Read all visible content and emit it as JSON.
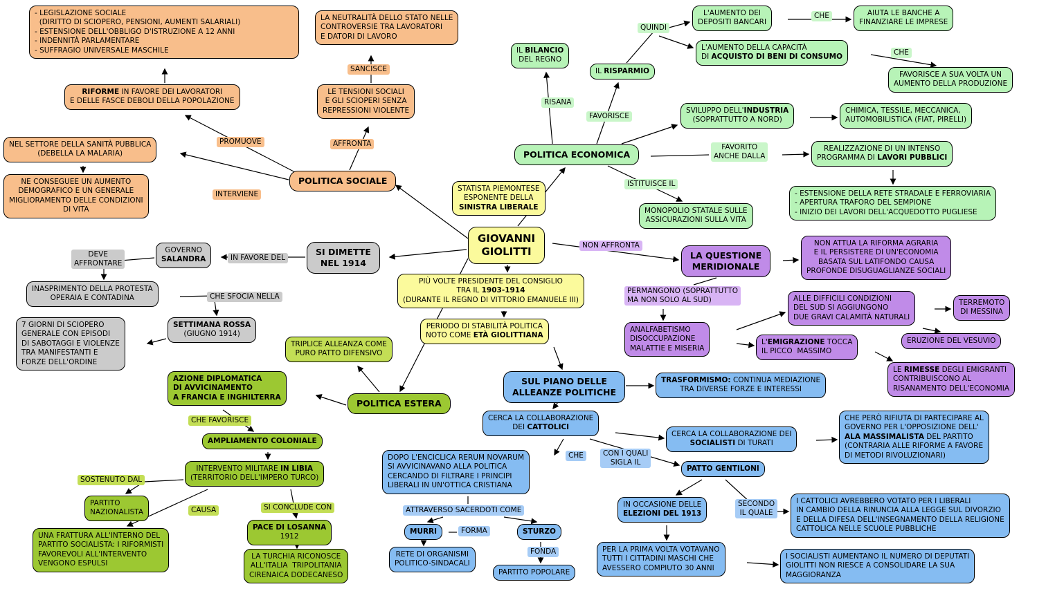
{
  "palette": {
    "orange": "#F8BE8B",
    "green": "#B7F3B7",
    "green_light": "#C9F6C9",
    "yellow": "#FBFA9C",
    "gray": "#CBCBCB",
    "purple": "#C08BE8",
    "purple_light": "#D8B4F4",
    "blue": "#85BCF2",
    "blue_light": "#A6CCF6",
    "olive": "#9CC832",
    "olive_light": "#C3DE55",
    "line": "#000000"
  },
  "nodes": {
    "legislazione": {
      "parts": [
        {
          "t": "- LEGISLAZIONE SOCIALE\n  (DIRITTO DI SCIOPERO, PENSIONI, AUMENTI SALARIALI)\n- ESTENSIONE DELL'OBBLIGO D'ISTRUZIONE A 12 ANNI\n- INDENNITÀ PARLAMENTARE\n- SUFFRAGIO UNIVERSALE MASCHILE"
        }
      ]
    },
    "riforme": {
      "parts": [
        {
          "t": "RIFORME",
          "b": true
        },
        {
          "t": " IN FAVORE DEI LAVORATORI\nE DELLE FASCE DEBOLI DELLA POPOLAZIONE"
        }
      ]
    },
    "neutralita": {
      "parts": [
        {
          "t": "LA NEUTRALITÀ DELLO STATO NELLE\nCONTROVERSIE TRA LAVORATORI\nE DATORI DI LAVORO"
        }
      ]
    },
    "sancisce": {
      "parts": [
        {
          "t": "SANCISCE"
        }
      ]
    },
    "tensioni": {
      "parts": [
        {
          "t": "LE TENSIONI SOCIALI\nE GLI SCIOPERI SENZA\nREPRESSIONI VIOLENTE"
        }
      ]
    },
    "affronta": {
      "parts": [
        {
          "t": "AFFRONTA"
        }
      ]
    },
    "sanita": {
      "parts": [
        {
          "t": "NEL SETTORE DELLA SANITÀ PUBBLICA\n(DEBELLA LA MALARIA)"
        }
      ]
    },
    "promuove": {
      "parts": [
        {
          "t": "PROMUOVE"
        }
      ]
    },
    "demografico": {
      "parts": [
        {
          "t": "NE CONSEGUEE UN AUMENTO\nDEMOGRAFICO E UN GENERALE\nMIGLIORAMENTO DELLE CONDIZIONI\nDI VITA"
        }
      ]
    },
    "interviene": {
      "parts": [
        {
          "t": "INTERVIENE"
        }
      ]
    },
    "politica-sociale": {
      "parts": [
        {
          "t": "POLITICA SOCIALE",
          "b": true
        }
      ]
    },
    "bilancio": {
      "parts": [
        {
          "t": "IL "
        },
        {
          "t": "BILANCIO",
          "b": true
        },
        {
          "t": "\nDEL REGNO"
        }
      ]
    },
    "risparmio": {
      "parts": [
        {
          "t": "IL "
        },
        {
          "t": "RISPARMIO",
          "b": true
        }
      ]
    },
    "quindi": {
      "parts": [
        {
          "t": "QUINDI"
        }
      ]
    },
    "aumento-depositi": {
      "parts": [
        {
          "t": "L'AUMENTO DEI\nDEPOSITI BANCARI"
        }
      ]
    },
    "che-1": {
      "parts": [
        {
          "t": "CHE"
        }
      ]
    },
    "aiuta-banche": {
      "parts": [
        {
          "t": "AIUTA LE BANCHE A\nFINANZIARE LE IMPRESE"
        }
      ]
    },
    "capacita-acquisto": {
      "parts": [
        {
          "t": "L'AUMENTO DELLA CAPACITÀ\nDI "
        },
        {
          "t": "ACQUISTO DI BENI DI CONSUMO",
          "b": true
        }
      ]
    },
    "che-2": {
      "parts": [
        {
          "t": "CHE"
        }
      ]
    },
    "favorisce-produzione": {
      "parts": [
        {
          "t": "FAVORISCE A SUA VOLTA UN\nAUMENTO DELLA PRODUZIONE"
        }
      ]
    },
    "risana": {
      "parts": [
        {
          "t": "RISANA"
        }
      ]
    },
    "favorisce": {
      "parts": [
        {
          "t": "FAVORISCE"
        }
      ]
    },
    "sviluppo-industria": {
      "parts": [
        {
          "t": "SVILUPPO DELL'"
        },
        {
          "t": "INDUSTRIA",
          "b": true
        },
        {
          "t": "\n(SOPRATTUTTO A NORD)"
        }
      ]
    },
    "chimica": {
      "parts": [
        {
          "t": "CHIMICA, TESSILE, MECCANICA,\nAUTOMOBILISTICA (FIAT, PIRELLI)"
        }
      ]
    },
    "politica-economica": {
      "parts": [
        {
          "t": "POLITICA ECONOMICA",
          "b": true
        }
      ]
    },
    "favorito-anche": {
      "parts": [
        {
          "t": "FAVORITO\nANCHE DALLA"
        }
      ]
    },
    "lavori-pubblici": {
      "parts": [
        {
          "t": "REALIZZAZIONE DI UN INTENSO\nPROGRAMMA DI "
        },
        {
          "t": "LAVORI PUBBLICI",
          "b": true
        }
      ]
    },
    "istituisce": {
      "parts": [
        {
          "t": "ISTITUISCE IL"
        }
      ]
    },
    "monopolio": {
      "parts": [
        {
          "t": "MONOPOLIO STATALE SULLE\nASSICURAZIONI SULLA VITA"
        }
      ]
    },
    "estensione-rete": {
      "parts": [
        {
          "t": "- ESTENSIONE DELLA RETE STRADALE E FERROVIARIA\n- APERTURA TRAFORO DEL SEMPIONE\n- INIZIO DEI LAVORI DELL'ACQUEDOTTO PUGLIESE"
        }
      ]
    },
    "statista": {
      "parts": [
        {
          "t": "STATISTA PIEMONTESE\nESPONENTE DELLA\n"
        },
        {
          "t": "SINISTRA LIBERALE",
          "b": true
        }
      ]
    },
    "giolitti": {
      "parts": [
        {
          "t": "GIOVANNI\nGIOLITTI",
          "b": true
        }
      ]
    },
    "presidente": {
      "parts": [
        {
          "t": "PIÙ VOLTE PRESIDENTE DEL CONSIGLIO\nTRA IL "
        },
        {
          "t": "1903-1914",
          "b": true
        },
        {
          "t": "\n(DURANTE IL REGNO DI VITTORIO EMANUELE III)"
        }
      ]
    },
    "stabilita": {
      "parts": [
        {
          "t": "PERIODO DI STABILITÀ POLITICA\nNOTO COME "
        },
        {
          "t": "ETÀ GIOLITTIANA",
          "b": true
        }
      ]
    },
    "si-dimette": {
      "parts": [
        {
          "t": "SI DIMETTE\nNEL 1914",
          "b": true
        }
      ]
    },
    "in-favore": {
      "parts": [
        {
          "t": "IN FAVORE DEL"
        }
      ]
    },
    "governo-salandra": {
      "parts": [
        {
          "t": "GOVERNO\n"
        },
        {
          "t": "SALANDRA",
          "b": true
        }
      ]
    },
    "deve-affrontare": {
      "parts": [
        {
          "t": "DEVE\nAFFRONTARE"
        }
      ]
    },
    "inasprimento": {
      "parts": [
        {
          "t": "INASPRIMENTO DELLA PROTESTA\nOPERAIA E CONTADINA"
        }
      ]
    },
    "che-sfocia": {
      "parts": [
        {
          "t": "CHE SFOCIA NELLA"
        }
      ]
    },
    "settimana-rossa": {
      "parts": [
        {
          "t": "SETTIMANA ROSSA",
          "b": true
        },
        {
          "t": "\n(GIUGNO 1914)"
        }
      ]
    },
    "sette-giorni": {
      "parts": [
        {
          "t": "7 GIORNI DI SCIOPERO\nGENERALE CON EPISODI\nDI SABOTAGGI E VIOLENZE\nTRA MANIFESTANTI E\nFORZE DELL'ORDINE"
        }
      ]
    },
    "non-affronta": {
      "parts": [
        {
          "t": "NON AFFRONTA"
        }
      ]
    },
    "questione-meridionale": {
      "parts": [
        {
          "t": "LA QUESTIONE\nMERIDIONALE",
          "b": true
        }
      ]
    },
    "non-attua": {
      "parts": [
        {
          "t": "NON ATTUA LA RIFORMA AGRARIA\nE IL PERSISTERE DI UN'ECONOMIA\nBASATA SUL LATIFONDO CAUSA\nPROFONDE DISUGUAGLIANZE SOCIALI"
        }
      ]
    },
    "permangono": {
      "parts": [
        {
          "t": "PERMANGONO (SOPRATTUTTO\nMA NON SOLO AL SUD)"
        }
      ]
    },
    "difficili-condizioni": {
      "parts": [
        {
          "t": "ALLE DIFFICILI CONDIZIONI\nDEL SUD SI AGGIUNGONO\nDUE GRAVI CALAMITÀ NATURALI"
        }
      ]
    },
    "terremoto": {
      "parts": [
        {
          "t": "TERREMOTO\nDI MESSINA"
        }
      ]
    },
    "analfabetismo": {
      "parts": [
        {
          "t": "ANALFABETISMO\nDISOCCUPAZIONE\nMALATTIE E MISERIA"
        }
      ]
    },
    "emigrazione": {
      "parts": [
        {
          "t": "L'"
        },
        {
          "t": "EMIGRAZIONE",
          "b": true
        },
        {
          "t": " TOCCA\nIL PICCO  MASSIMO"
        }
      ]
    },
    "eruzione": {
      "parts": [
        {
          "t": "ERUZIONE DEL VESUVIO"
        }
      ]
    },
    "rimesse": {
      "parts": [
        {
          "t": "LE "
        },
        {
          "t": "RIMESSE",
          "b": true
        },
        {
          "t": " DEGLI EMIGRANTI\nCONTRIBUISCONO AL\nRISANAMENTO DELL'ECONOMIA"
        }
      ]
    },
    "alleanze": {
      "parts": [
        {
          "t": "SUL PIANO DELLE\nALLEANZE POLITICHE",
          "b": true
        }
      ]
    },
    "trasformismo": {
      "parts": [
        {
          "t": "TRASFORMISMO:",
          "b": true
        },
        {
          "t": " CONTINUA MEDIAZIONE\nTRA DIVERSE FORZE E INTERESSI"
        }
      ]
    },
    "cattolici": {
      "parts": [
        {
          "t": "CERCA LA COLLABORAZIONE\nDEI "
        },
        {
          "t": "CATTOLICI",
          "b": true
        }
      ]
    },
    "socialisti": {
      "parts": [
        {
          "t": "CERCA LA COLLABORAZIONE DEI\n"
        },
        {
          "t": "SOCIALISTI",
          "b": true
        },
        {
          "t": " DI TURATI"
        }
      ]
    },
    "rifiuta": {
      "parts": [
        {
          "t": "CHE PERÒ RIFIUTA DI PARTECIPARE AL\nGOVERNO PER L'OPPOSIZIONE DELL'\n"
        },
        {
          "t": "ALA MASSIMALISTA",
          "b": true
        },
        {
          "t": " DEL PARTITO\n(CONTRARIA ALLE RIFORME A FAVORE\nDI METODI RIVOLUZIONARI)"
        }
      ]
    },
    "enciclica": {
      "parts": [
        {
          "t": "DOPO L'ENCICLICA RERUM NOVARUM\nSI AVVICINAVANO ALLA POLITICA\nCERCANDO DI FILTRARE I PRINCIPI\nLIBERALI IN UN'OTTICA CRISTIANA"
        }
      ]
    },
    "che-3": {
      "parts": [
        {
          "t": "CHE"
        }
      ]
    },
    "con-i-quali": {
      "parts": [
        {
          "t": "CON I QUALI\nSIGLA IL"
        }
      ]
    },
    "patto-gentiloni": {
      "parts": [
        {
          "t": "PATTO GENTILONI",
          "b": true
        }
      ]
    },
    "attraverso": {
      "parts": [
        {
          "t": "ATTRAVERSO SACERDOTI COME"
        }
      ]
    },
    "murri": {
      "parts": [
        {
          "t": "MURRI",
          "b": true
        }
      ]
    },
    "forma": {
      "parts": [
        {
          "t": "FORMA"
        }
      ]
    },
    "sturzo": {
      "parts": [
        {
          "t": "STURZO",
          "b": true
        }
      ]
    },
    "rete-organismi": {
      "parts": [
        {
          "t": "RETE DI ORGANISMI\nPOLITICO-SINDACALI"
        }
      ]
    },
    "fonda": {
      "parts": [
        {
          "t": "FONDA"
        }
      ]
    },
    "partito-popolare": {
      "parts": [
        {
          "t": "PARTITO POPOLARE"
        }
      ]
    },
    "elezioni-1913": {
      "parts": [
        {
          "t": "IN OCCASIONE DELLE\n"
        },
        {
          "t": "ELEZIONI DEL 1913",
          "b": true
        }
      ]
    },
    "secondo": {
      "parts": [
        {
          "t": "SECONDO\nIL QUALE"
        }
      ]
    },
    "cattolici-votato": {
      "parts": [
        {
          "t": "I CATTOLICI AVREBBERO VOTATO PER I LIBERALI\nIN CAMBIO DELLA RINUNCIA ALLA LEGGE SUL DIVORZIO\nE DELLA DIFESA DELL'INSEGNAMENTO DELLA RELIGIONE\nCATTOLICA NELLE SCUOLE PUBBLICHE"
        }
      ]
    },
    "prima-volta": {
      "parts": [
        {
          "t": "PER LA PRIMA VOLTA VOTAVANO\nTUTTI I CITTADINI MASCHI CHE\nAVESSERO COMPIUTO 30 ANNI"
        }
      ]
    },
    "socialisti-aumentano": {
      "parts": [
        {
          "t": "I SOCIALISTI AUMENTANO IL NUMERO DI DEPUTATI\nGIOLITTI NON RIESCE A CONSOLIDARE LA SUA\nMAGGIORANZA"
        }
      ]
    },
    "triplice": {
      "parts": [
        {
          "t": "TRIPLICE ALLEANZA COME\nPURO PATTO DIFENSIVO"
        }
      ]
    },
    "azione-diplomatica": {
      "parts": [
        {
          "t": "AZIONE DIPLOMATICA\nDI AVVICINAMENTO\nA FRANCIA E INGHILTERRA",
          "b": true
        }
      ]
    },
    "politica-estera": {
      "parts": [
        {
          "t": "POLITICA ESTERA",
          "b": true
        }
      ]
    },
    "che-favorisce": {
      "parts": [
        {
          "t": "CHE FAVORISCE"
        }
      ]
    },
    "ampliamento": {
      "parts": [
        {
          "t": "AMPLIAMENTO COLONIALE",
          "b": true
        }
      ]
    },
    "libia": {
      "parts": [
        {
          "t": "INTERVENTO MILITARE "
        },
        {
          "t": "IN LIBIA",
          "b": true
        },
        {
          "t": "\n(TERRITORIO DELL'IMPERO TURCO)"
        }
      ]
    },
    "sostenuto": {
      "parts": [
        {
          "t": "SOSTENUTO DAL"
        }
      ]
    },
    "partito-nazionalista": {
      "parts": [
        {
          "t": "PARTITO\nNAZIONALISTA"
        }
      ]
    },
    "causa": {
      "parts": [
        {
          "t": "CAUSA"
        }
      ]
    },
    "si-conclude": {
      "parts": [
        {
          "t": "SI CONCLUDE CON"
        }
      ]
    },
    "pace-losanna": {
      "parts": [
        {
          "t": "PACE DI LOSANNA",
          "b": true
        },
        {
          "t": "\n1912"
        }
      ]
    },
    "frattura": {
      "parts": [
        {
          "t": "UNA FRATTURA ALL'INTERNO DEL\nPARTITO SOCIALISTA: I RIFORMISTI\nFAVOREVOLI ALL'INTERVENTO\nVENGONO ESPULSI"
        }
      ]
    },
    "turchia": {
      "parts": [
        {
          "t": "LA TURCHIA RICONOSCE\nALL'ITALIA  TRIPOLITANIA\nCIRENAICA DODECANESO"
        }
      ]
    }
  },
  "edges": [
    [
      "politica-sociale",
      "riforme",
      "PROMUOVE"
    ],
    [
      "riforme",
      "legislazione",
      ""
    ],
    [
      "politica-sociale",
      "tensioni",
      "AFFRONTA"
    ],
    [
      "tensioni",
      "neutralita",
      "SANCISCE"
    ],
    [
      "politica-sociale",
      "sanita",
      "INTERVIENE"
    ],
    [
      "sanita",
      "demografico",
      ""
    ],
    [
      "giolitti",
      "politica-sociale",
      ""
    ],
    [
      "giolitti",
      "politica-economica",
      ""
    ],
    [
      "politica-economica",
      "bilancio",
      "RISANA"
    ],
    [
      "politica-economica",
      "risparmio",
      "FAVORISCE"
    ],
    [
      "politica-economica",
      "sviluppo-industria",
      "FAVORISCE"
    ],
    [
      "risparmio",
      "aumento-depositi",
      "QUINDI"
    ],
    [
      "risparmio",
      "capacita-acquisto",
      "QUINDI"
    ],
    [
      "aumento-depositi",
      "aiuta-banche",
      "CHE"
    ],
    [
      "capacita-acquisto",
      "favorisce-produzione",
      "CHE"
    ],
    [
      "sviluppo-industria",
      "chimica",
      ""
    ],
    [
      "politica-economica",
      "lavori-pubblici",
      "FAVORITO ANCHE DALLA"
    ],
    [
      "lavori-pubblici",
      "estensione-rete",
      ""
    ],
    [
      "politica-economica",
      "monopolio",
      "ISTITUISCE IL"
    ],
    [
      "giolitti",
      "presidente",
      ""
    ],
    [
      "presidente",
      "stabilita",
      ""
    ],
    [
      "giolitti",
      "si-dimette",
      ""
    ],
    [
      "si-dimette",
      "governo-salandra",
      "IN FAVORE DEL"
    ],
    [
      "governo-salandra",
      "inasprimento",
      "DEVE AFFRONTARE"
    ],
    [
      "inasprimento",
      "settimana-rossa",
      "CHE SFOCIA NELLA"
    ],
    [
      "settimana-rossa",
      "sette-giorni",
      ""
    ],
    [
      "giolitti",
      "questione-meridionale",
      "NON AFFRONTA"
    ],
    [
      "questione-meridionale",
      "non-attua",
      ""
    ],
    [
      "questione-meridionale",
      "analfabetismo",
      "PERMANGONO (SOPRATTUTTO MA NON SOLO AL SUD)"
    ],
    [
      "analfabetismo",
      "emigrazione",
      ""
    ],
    [
      "analfabetismo",
      "difficili-condizioni",
      ""
    ],
    [
      "difficili-condizioni",
      "terremoto",
      ""
    ],
    [
      "difficili-condizioni",
      "eruzione",
      ""
    ],
    [
      "emigrazione",
      "rimesse",
      ""
    ],
    [
      "giolitti",
      "alleanze",
      ""
    ],
    [
      "alleanze",
      "trasformismo",
      ""
    ],
    [
      "alleanze",
      "cattolici",
      ""
    ],
    [
      "cattolici",
      "socialisti",
      ""
    ],
    [
      "socialisti",
      "rifiuta",
      ""
    ],
    [
      "cattolici",
      "enciclica",
      "CHE"
    ],
    [
      "cattolici",
      "patto-gentiloni",
      "CON I QUALI SIGLA IL"
    ],
    [
      "patto-gentiloni",
      "elezioni-1913",
      ""
    ],
    [
      "patto-gentiloni",
      "cattolici-votato",
      "SECONDO IL QUALE"
    ],
    [
      "elezioni-1913",
      "prima-volta",
      ""
    ],
    [
      "prima-volta",
      "socialisti-aumentano",
      ""
    ],
    [
      "enciclica",
      "murri",
      "ATTRAVERSO SACERDOTI COME"
    ],
    [
      "enciclica",
      "sturzo",
      "ATTRAVERSO SACERDOTI COME"
    ],
    [
      "murri",
      "rete-organismi",
      "FORMA"
    ],
    [
      "sturzo",
      "partito-popolare",
      "FONDA"
    ],
    [
      "giolitti",
      "politica-estera",
      ""
    ],
    [
      "politica-est",
      "triplice",
      ""
    ],
    [
      "politica-estera",
      "azione-diplomatica",
      ""
    ],
    [
      "azione-diplomatica",
      "ampliamento",
      "CHE FAVORISCE"
    ],
    [
      "ampliamento",
      "libia",
      ""
    ],
    [
      "libia",
      "partito-nazionalista",
      "SOSTENUTO DAL"
    ],
    [
      "libia",
      "frattura",
      "CAUSA"
    ],
    [
      "libia",
      "pace-losanna",
      "SI CONCLUDE CON"
    ],
    [
      "pace-losanna",
      "turchia",
      ""
    ]
  ]
}
